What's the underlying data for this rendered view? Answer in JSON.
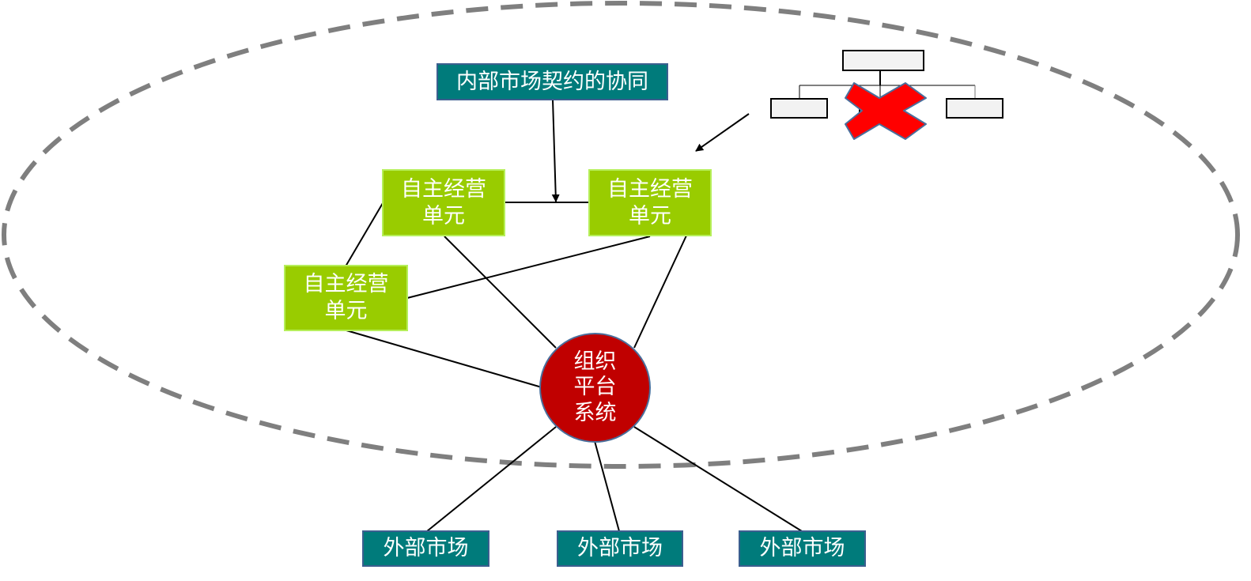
{
  "diagram": {
    "internal_contract": "内部市场契约的协同",
    "units": [
      "自主经营\n单元",
      "自主经营\n单元",
      "自主经营\n单元"
    ],
    "platform": "组织\n平台\n系统",
    "external_markets": [
      "外部市场",
      "外部市场",
      "外部市场"
    ],
    "hierarchy_icon": "org-chart-crossed-out",
    "colors": {
      "teal": "#007b7b",
      "green": "#99cc00",
      "platform_red": "#c00000",
      "cross_red": "#ff0000",
      "dashed_ellipse": "#7f7f7f"
    }
  }
}
